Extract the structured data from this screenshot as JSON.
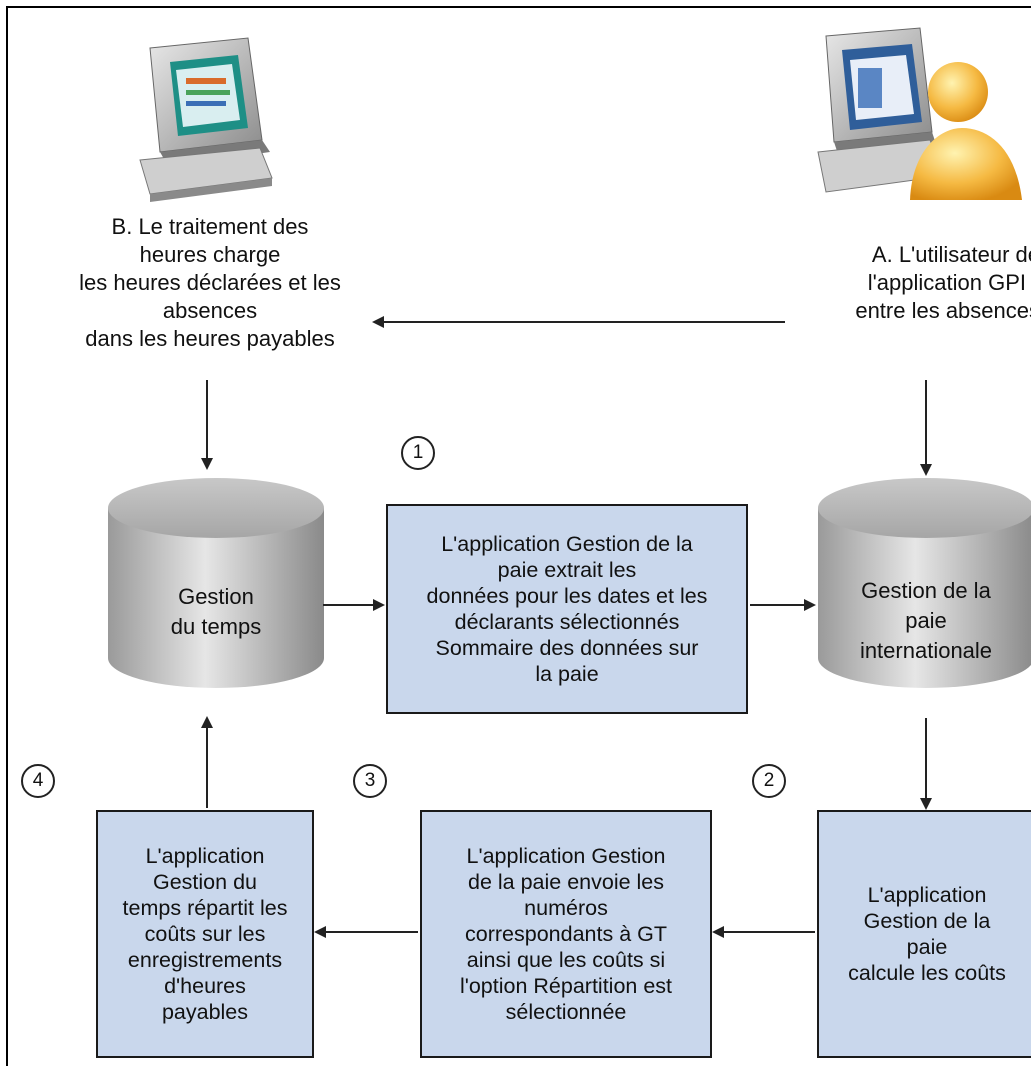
{
  "captions": {
    "b": [
      "B. Le traitement des",
      "heures charge",
      "les heures déclarées et les",
      "absences",
      "dans les heures payables"
    ],
    "a": [
      "A.  L'utilisateur de",
      "l'application GPI",
      "entre les absences"
    ]
  },
  "cylinders": {
    "gt": "Gestion\ndu temps",
    "gpi": "Gestion de la\npaie\ninternationale"
  },
  "boxes": {
    "extract": "L'application Gestion de la\npaie extrait les\ndonnées pour les dates et les\ndéclarants sélectionnés\nSommaire des données sur\nla paie",
    "calc": "L'application\nGestion de la\npaie\ncalcule les coûts",
    "send": "L'application Gestion\nde la paie envoie les\nnuméros\ncorrespondants à GT\nainsi que les coûts si\nl'option Répartition est\nsélectionnée",
    "distribute": "L'application\nGestion du\ntemps répartit les\ncoûts sur les\nenregistrements\nd'heures\npayables"
  },
  "steps": [
    "1",
    "2",
    "3",
    "4"
  ]
}
